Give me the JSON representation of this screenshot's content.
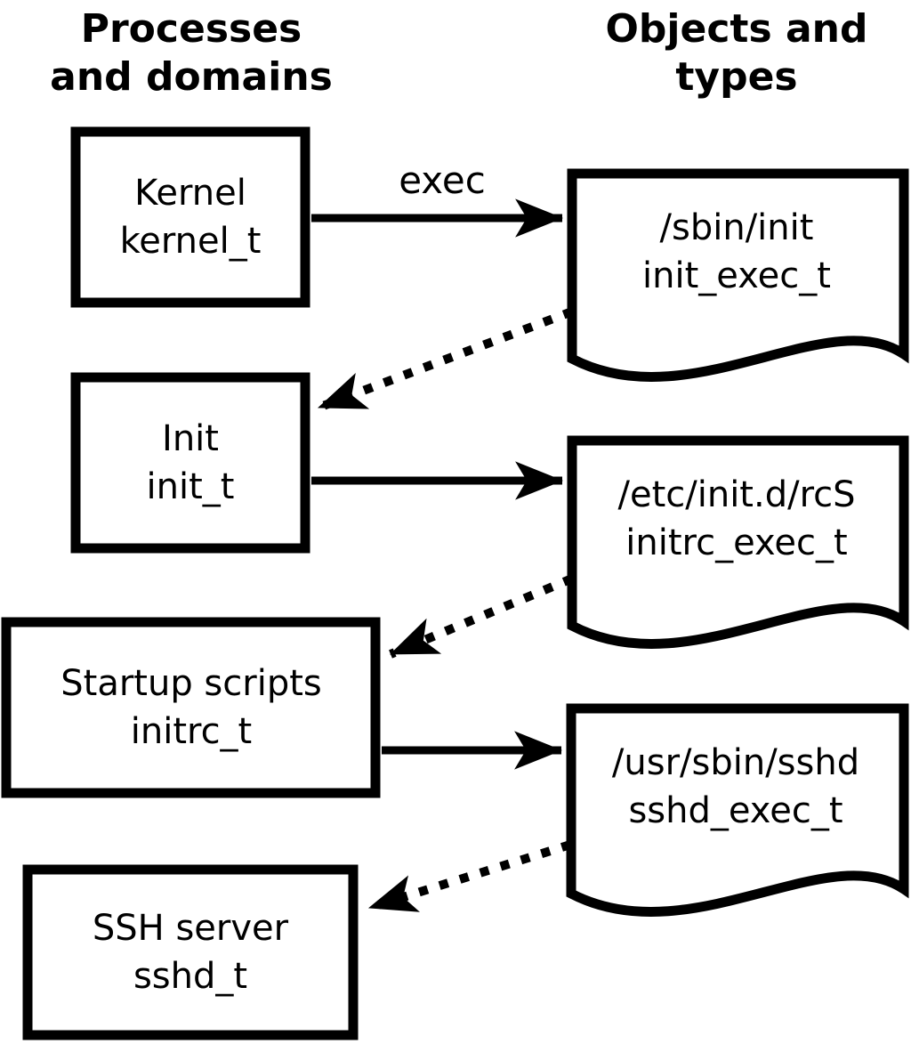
{
  "diagram": {
    "left_column_header": "Processes and domains",
    "right_column_header": "Objects and types",
    "exec_label": "exec",
    "processes": [
      {
        "name": "Kernel",
        "type": "kernel_t"
      },
      {
        "name": "Init",
        "type": "init_t"
      },
      {
        "name": "Startup scripts",
        "type": "initrc_t"
      },
      {
        "name": "SSH server",
        "type": "sshd_t"
      }
    ],
    "objects": [
      {
        "path": "/sbin/init",
        "type": "init_exec_t"
      },
      {
        "path": "/etc/init.d/rcS",
        "type": "initrc_exec_t"
      },
      {
        "path": "/usr/sbin/sshd",
        "type": "sshd_exec_t"
      }
    ],
    "colors": {
      "stroke": "#000000",
      "fill": "#ffffff",
      "background": "#ffffff"
    }
  }
}
